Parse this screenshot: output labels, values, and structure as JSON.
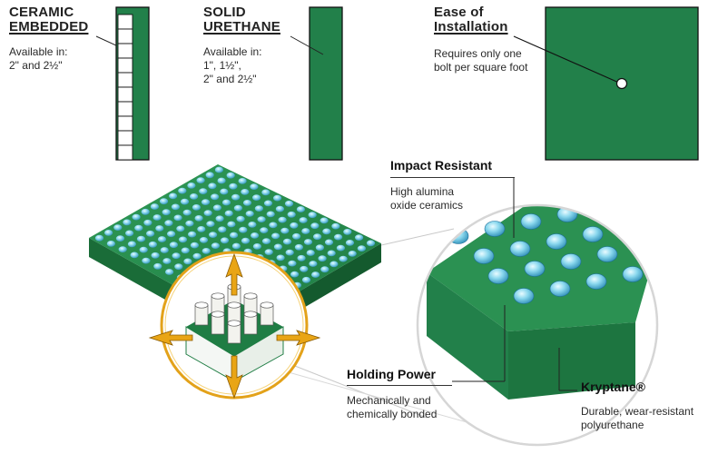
{
  "ceramic": {
    "title_line1": "CERAMIC",
    "title_line2": "EMBEDDED",
    "desc_line1": "Available in:",
    "desc_line2": "2\" and 2½\""
  },
  "solid": {
    "title_line1": "SOLID",
    "title_line2": "URETHANE",
    "desc_line1": "Available in:",
    "desc_line2": "1\", 1½\",",
    "desc_line3": "2\" and 2½\""
  },
  "install": {
    "title_line1": "Ease of",
    "title_line2": "Installation",
    "desc_line1": "Requires only one",
    "desc_line2": "bolt per square foot"
  },
  "impact": {
    "title": "Impact Resistant",
    "desc_line1": "High alumina",
    "desc_line2": "oxide ceramics"
  },
  "holding": {
    "title": "Holding Power",
    "desc_line1": "Mechanically and",
    "desc_line2": "chemically bonded"
  },
  "kryptane": {
    "title": "Kryptane®",
    "desc_line1": "Durable, wear-resistant",
    "desc_line2": "polyurethane"
  },
  "colors": {
    "urethane_green": "#22804a",
    "ceramic_blue": "#7fd3ea",
    "callout_gold": "#e3a21a"
  },
  "icons": [
    "bolt-hole-icon",
    "compression-arrow-icon"
  ]
}
